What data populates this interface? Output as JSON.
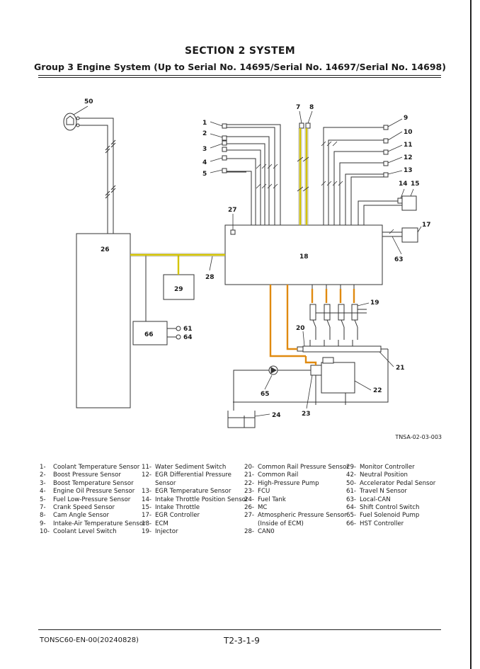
{
  "header": {
    "section": "SECTION 2 SYSTEM",
    "group": "Group 3 Engine System (Up to Serial No. 14695/Serial No. 14697/Serial No. 14698)"
  },
  "figure_code": "TNSA-02-03-003",
  "callouts": {
    "c1": "1",
    "c2": "2",
    "c3": "3",
    "c4": "4",
    "c5": "5",
    "c7": "7",
    "c8": "8",
    "c9": "9",
    "c10": "10",
    "c11": "11",
    "c12": "12",
    "c13": "13",
    "c14": "14",
    "c15": "15",
    "c17": "17",
    "c18": "18",
    "c19": "19",
    "c20": "20",
    "c21": "21",
    "c22": "22",
    "c23": "23",
    "c24": "24",
    "c26": "26",
    "c27": "27",
    "c28": "28",
    "c29": "29",
    "c50": "50",
    "c61": "61",
    "c63": "63",
    "c64": "64",
    "c65": "65",
    "c66": "66"
  },
  "colors": {
    "can_wire": "#d4c400",
    "harness": "#e08a10",
    "line": "#333333"
  },
  "legend": [
    [
      {
        "num": "1-",
        "text": "Coolant Temperature Sensor"
      },
      {
        "num": "2-",
        "text": "Boost Pressure Sensor"
      },
      {
        "num": "3-",
        "text": "Boost Temperature Sensor"
      },
      {
        "num": "4-",
        "text": "Engine Oil Pressure Sensor"
      },
      {
        "num": "5-",
        "text": "Fuel Low-Pressure Sensor"
      },
      {
        "num": "7-",
        "text": "Crank Speed Sensor"
      },
      {
        "num": "8-",
        "text": "Cam Angle Sensor"
      },
      {
        "num": "9-",
        "text": "Intake-Air Temperature Sensor"
      },
      {
        "num": "10-",
        "text": "Coolant Level Switch"
      }
    ],
    [
      {
        "num": "11-",
        "text": "Water Sediment Switch"
      },
      {
        "num": "12-",
        "text": "EGR Differential Pressure\nSensor"
      },
      {
        "num": "13-",
        "text": "EGR Temperature Sensor"
      },
      {
        "num": "14-",
        "text": "Intake Throttle Position Sensor"
      },
      {
        "num": "15-",
        "text": "Intake Throttle"
      },
      {
        "num": "17-",
        "text": "EGR Controller"
      },
      {
        "num": "18-",
        "text": "ECM"
      },
      {
        "num": "19-",
        "text": "Injector"
      }
    ],
    [
      {
        "num": "20-",
        "text": "Common Rail Pressure Sensor"
      },
      {
        "num": "21-",
        "text": "Common Rail"
      },
      {
        "num": "22-",
        "text": "High-Pressure Pump"
      },
      {
        "num": "23-",
        "text": "FCU"
      },
      {
        "num": "24-",
        "text": "Fuel Tank"
      },
      {
        "num": "26-",
        "text": "MC"
      },
      {
        "num": "27-",
        "text": "Atmospheric Pressure Sensor\n(Inside of ECM)"
      },
      {
        "num": "28-",
        "text": "CAN0"
      }
    ],
    [
      {
        "num": "29-",
        "text": "Monitor Controller"
      },
      {
        "num": "42-",
        "text": "Neutral Position"
      },
      {
        "num": "50-",
        "text": "Accelerator Pedal Sensor"
      },
      {
        "num": "61-",
        "text": "Travel N Sensor"
      },
      {
        "num": "63-",
        "text": "Local-CAN"
      },
      {
        "num": "64-",
        "text": "Shift Control Switch"
      },
      {
        "num": "65-",
        "text": "Fuel Solenoid Pump"
      },
      {
        "num": "66-",
        "text": "HST Controller"
      }
    ]
  ],
  "footer": {
    "doc_code": "TONSC60-EN-00(20240828)",
    "page": "T2-3-1-9"
  }
}
